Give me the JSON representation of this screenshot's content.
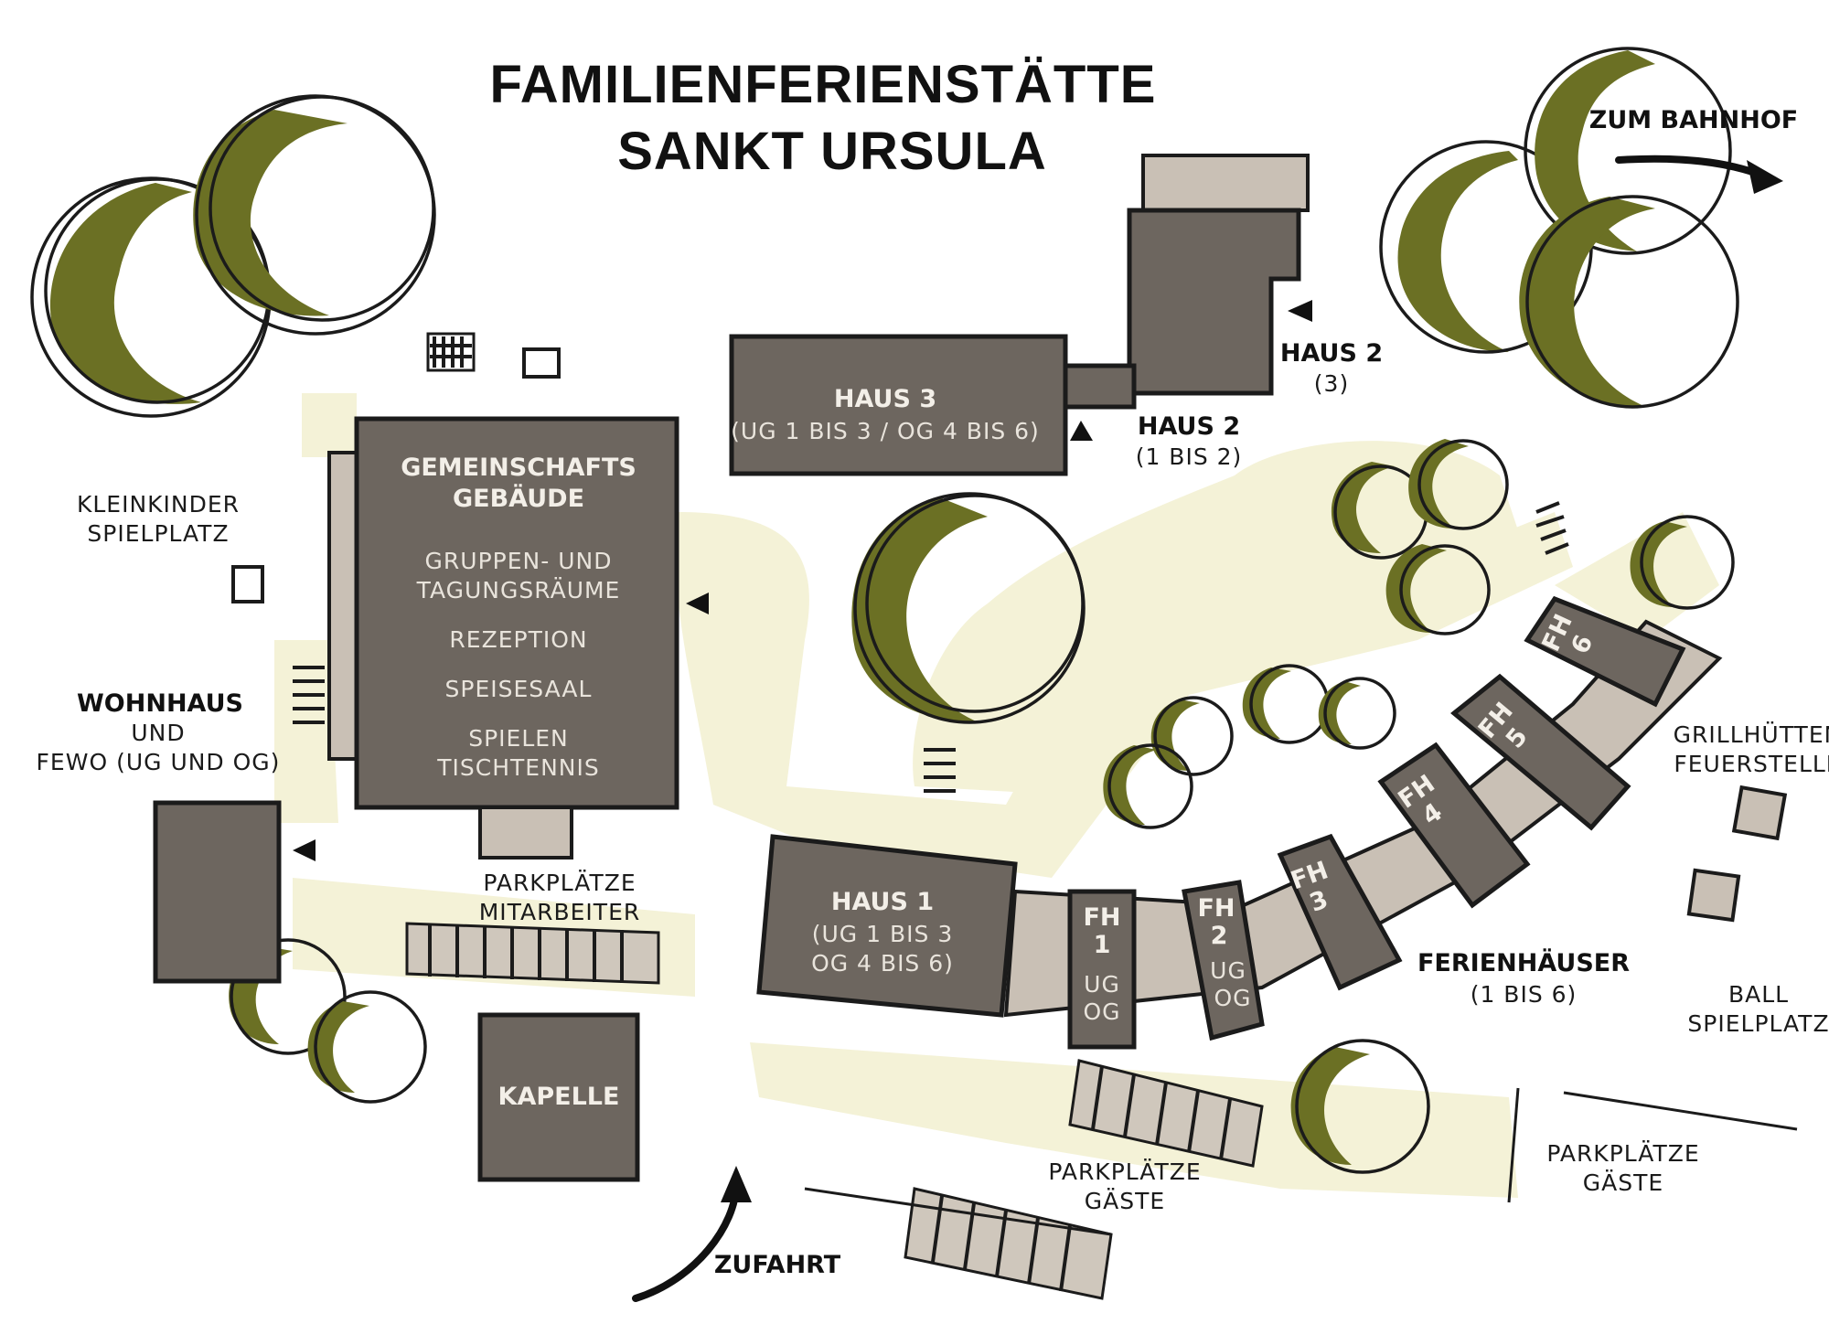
{
  "title": {
    "line1": "FAMILIENFERIENSTÄTTE",
    "line2": "SANKT URSULA"
  },
  "labels": {
    "zum_bahnhof": "ZUM BAHNHOF",
    "zufahrt": "ZUFAHRT",
    "kleinkinder_1": "KLEINKINDER",
    "kleinkinder_2": "SPIELPLATZ",
    "wohnhaus_1": "WOHNHAUS",
    "wohnhaus_2": "UND",
    "wohnhaus_3": "FEWO (UG UND OG)",
    "parkplaetze_mitarbeiter_1": "PARKPLÄTZE",
    "parkplaetze_mitarbeiter_2": "MITARBEITER",
    "parkplaetze_gaeste_a_1": "PARKPLÄTZE",
    "parkplaetze_gaeste_a_2": "GÄSTE",
    "parkplaetze_gaeste_b_1": "PARKPLÄTZE",
    "parkplaetze_gaeste_b_2": "GÄSTE",
    "grill_1": "GRILLHÜTTEN",
    "grill_2": "FEUERSTELLE",
    "ball_1": "BALL",
    "ball_2": "SPIELPLATZ",
    "ferienhaeuser_1": "FERIENHÄUSER",
    "ferienhaeuser_2": "(1 BIS 6)",
    "haus2_small_1": "HAUS 2",
    "haus2_small_2": "(3)",
    "haus2_large_1": "HAUS 2",
    "haus2_large_2": "(1 BIS 2)"
  },
  "buildings": {
    "gemeinschaft": {
      "name1": "GEMEINSCHAFTS",
      "name2": "GEBÄUDE",
      "rooms1": "GRUPPEN- UND",
      "rooms2": "TAGUNGSRÄUME",
      "rezeption": "REZEPTION",
      "speisesaal": "SPEISESAAL",
      "spielen1": "SPIELEN",
      "spielen2": "TISCHTENNIS"
    },
    "haus3": {
      "name": "HAUS 3",
      "sub": "(UG 1 BIS 3 / OG 4 BIS 6)"
    },
    "haus1": {
      "name": "HAUS 1",
      "sub1": "(UG 1 BIS 3",
      "sub2": "OG 4 BIS 6)"
    },
    "kapelle": {
      "name": "KAPELLE"
    },
    "fh1": {
      "name1": "FH",
      "name2": "1",
      "ug": "UG",
      "og": "OG"
    },
    "fh2": {
      "name1": "FH",
      "name2": "2",
      "ug": "UG",
      "og": "OG"
    },
    "fh3": {
      "name1": "FH",
      "name2": "3"
    },
    "fh4": {
      "name1": "FH",
      "name2": "4"
    },
    "fh5": {
      "name1": "FH",
      "name2": "5"
    },
    "fh6": {
      "name1": "FH",
      "name2": "6"
    }
  },
  "colors": {
    "building": "#6d665f",
    "tree": "#6b7024",
    "path": "#f4f2d7",
    "parking": "#cfc7bc"
  }
}
